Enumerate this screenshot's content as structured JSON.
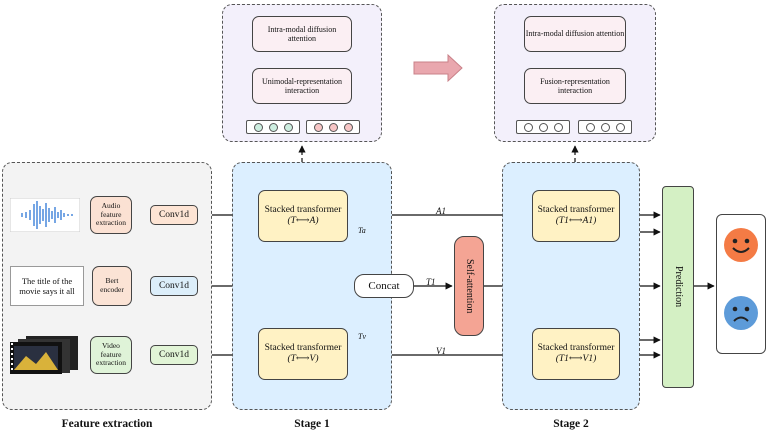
{
  "feature_extraction": {
    "title": "Feature extraction",
    "audio_feature": "Audio feature extraction",
    "text_input": "The title of the movie says it all",
    "bert_encoder": "Bert encoder",
    "video_feature": "Video feature extraction",
    "conv_labels": [
      "Conv1d",
      "Conv1d",
      "Conv1d"
    ]
  },
  "stage1": {
    "title": "Stage 1",
    "top_transformer": "Stacked transformer",
    "top_transformer_pair": "(T⟷A)",
    "bottom_transformer": "Stacked transformer",
    "bottom_transformer_pair": "(T⟷V)",
    "concat": "Concat",
    "ta_label": "Ta",
    "tv_label": "Tv"
  },
  "middle": {
    "self_attention": "Self-attention",
    "a1": "A1",
    "t1": "T1",
    "v1": "V1"
  },
  "stage2": {
    "title": "Stage 2",
    "top_transformer": "Stacked transformer",
    "top_transformer_pair": "(T1⟷A1)",
    "bottom_transformer": "Stacked transformer",
    "bottom_transformer_pair": "(T1⟷V1)"
  },
  "prediction": "Prediction",
  "detail_left": {
    "top": "Intra-modal diffusion attention",
    "bottom": "Unimodal-representation interaction"
  },
  "detail_right": {
    "top": "Intra-modal diffusion attention",
    "bottom": "Fusion-representation interaction"
  },
  "colors": {
    "feature_bg": "#f3f3f3",
    "stage_bg": "#dcefff",
    "transformer_fill": "#fff2c4",
    "detail_bg": "#f3f0fb",
    "detail_box": "#fbeff3",
    "audio_fill": "#fbe1d3",
    "bert_fill": "#fbe3d5",
    "video_fill": "#dff3d8",
    "conv_a_fill": "#fde4d4",
    "conv_t_fill": "#dceefa",
    "conv_v_fill": "#e1f4d6",
    "self_attention_fill": "#f4a494",
    "prediction_fill": "#d4f0c4",
    "happy_face": "#f47b45",
    "sad_face": "#5d9bd9",
    "arrow_pink": "#e9a7ae"
  },
  "icons": [
    "audio-waveform-icon",
    "video-frames-icon",
    "happy-face-icon",
    "sad-face-icon",
    "transition-arrow-icon"
  ]
}
